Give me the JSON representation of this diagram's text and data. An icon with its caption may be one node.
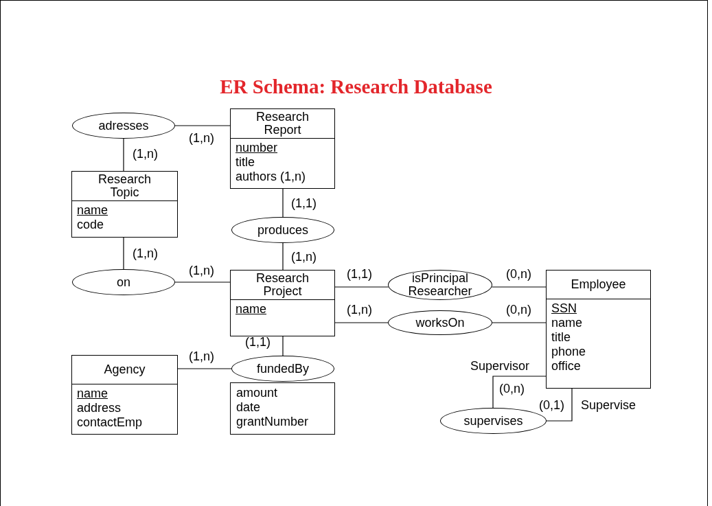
{
  "diagram": {
    "title": "ER Schema: Research Database",
    "nodes": [
      {
        "text": [
          "adresses"
        ]
      },
      {
        "text": [
          "Research Report",
          "number",
          "title",
          "authors (1,n)"
        ]
      },
      {
        "text": [
          "Research Topic",
          "name",
          "code"
        ]
      },
      {
        "text": [
          "produces"
        ]
      },
      {
        "text": [
          "on"
        ]
      },
      {
        "text": [
          "Research Project",
          "name"
        ]
      },
      {
        "text": [
          "isPrincipal Researcher"
        ]
      },
      {
        "text": [
          "Employee",
          "SSN",
          "name",
          "title",
          "phone",
          "office"
        ]
      },
      {
        "text": [
          "worksOn"
        ]
      },
      {
        "text": [
          "Agency",
          "name",
          "address",
          "contactEmp"
        ]
      },
      {
        "text": [
          "fundedBy"
        ]
      },
      {
        "text": [
          "amount",
          "date",
          "grantNumber"
        ]
      },
      {
        "text": [
          "supervises"
        ]
      }
    ],
    "edges": [
      {
        "from": 0,
        "to": 1,
        "arrow": "none",
        "label": "(1,n)"
      },
      {
        "from": 0,
        "to": 2,
        "arrow": "none",
        "label": "(1,n)"
      },
      {
        "from": 1,
        "to": 3,
        "arrow": "none",
        "label": "(1,1)"
      },
      {
        "from": 3,
        "to": 5,
        "arrow": "none",
        "label": "(1,n)"
      },
      {
        "from": 2,
        "to": 4,
        "arrow": "none",
        "label": "(1,n)"
      },
      {
        "from": 4,
        "to": 5,
        "arrow": "none",
        "label": "(1,n)"
      },
      {
        "from": 5,
        "to": 6,
        "arrow": "none",
        "label": "(1,1)"
      },
      {
        "from": 6,
        "to": 7,
        "arrow": "none",
        "label": "(0,n)"
      },
      {
        "from": 5,
        "to": 8,
        "arrow": "none",
        "label": "(1,n)"
      },
      {
        "from": 8,
        "to": 7,
        "arrow": "none",
        "label": "(0,n)"
      },
      {
        "from": 5,
        "to": 10,
        "arrow": "none",
        "label": "(1,1)"
      },
      {
        "from": 9,
        "to": 10,
        "arrow": "none",
        "label": "(1,n)"
      },
      {
        "from": 7,
        "to": 12,
        "arrow": "none",
        "label": "(0,n)"
      },
      {
        "from": 7,
        "to": 12,
        "arrow": "none",
        "label": "(0,1)"
      }
    ],
    "labels": [
      "Supervisor",
      "Supervise"
    ]
  }
}
